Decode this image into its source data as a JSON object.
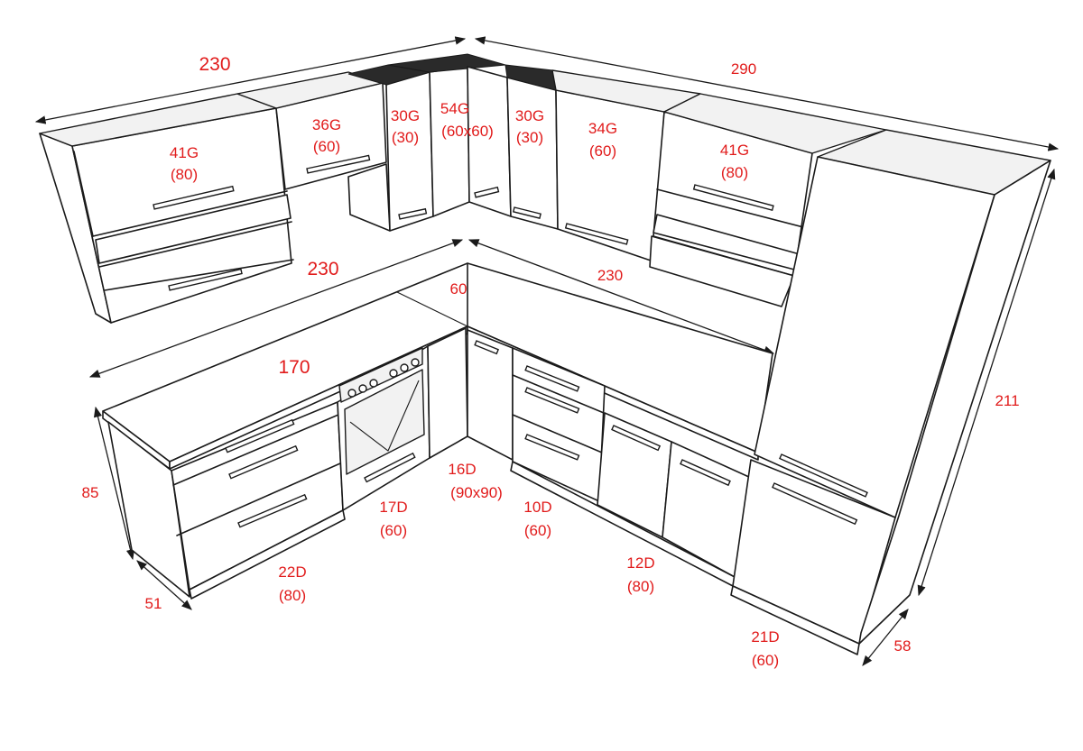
{
  "colors": {
    "label": "#e11b1b",
    "line": "#1a1a1a",
    "background": "#ffffff"
  },
  "dimensions": {
    "top_left_width": "230",
    "top_right_width": "290",
    "counter_left_width": "230",
    "counter_right_width": "230",
    "counter_corner_depth": "60",
    "base_left_width": "170",
    "base_height": "85",
    "base_depth": "51",
    "tall_height": "211",
    "tall_depth": "58"
  },
  "upper_cabinets": [
    {
      "code": "41G",
      "width": "(80)"
    },
    {
      "code": "36G",
      "width": "(60)"
    },
    {
      "code": "30G",
      "width": "(30)"
    },
    {
      "code": "54G",
      "width": "(60x60)"
    },
    {
      "code": "30G",
      "width": "(30)"
    },
    {
      "code": "34G",
      "width": "(60)"
    },
    {
      "code": "41G",
      "width": "(80)"
    }
  ],
  "base_cabinets": [
    {
      "code": "22D",
      "width": "(80)"
    },
    {
      "code": "17D",
      "width": "(60)"
    },
    {
      "code": "16D",
      "width": "(90x90)"
    },
    {
      "code": "10D",
      "width": "(60)"
    },
    {
      "code": "12D",
      "width": "(80)"
    },
    {
      "code": "21D",
      "width": "(60)"
    }
  ]
}
